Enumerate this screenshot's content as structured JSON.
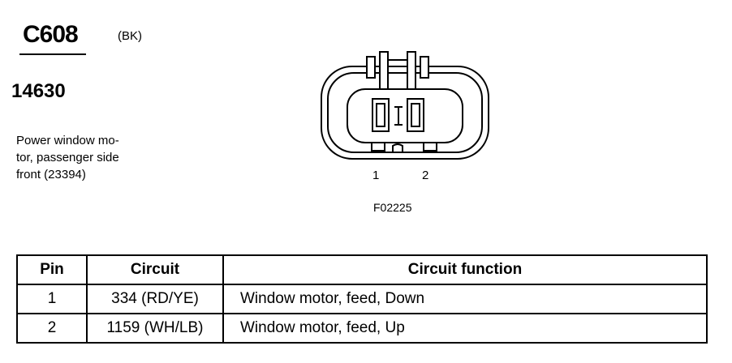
{
  "connector": {
    "id": "C608",
    "color": "(BK)",
    "part_number": "14630",
    "description_lines": [
      "Power window mo-",
      "tor, passenger side",
      "front (23394)"
    ],
    "pin_labels": [
      "1",
      "2"
    ],
    "figure_code": "F02225"
  },
  "table": {
    "headers": [
      "Pin",
      "Circuit",
      "Circuit function"
    ],
    "rows": [
      {
        "pin": "1",
        "circuit": "334 (RD/YE)",
        "function": "Window motor, feed, Down"
      },
      {
        "pin": "2",
        "circuit": "1159 (WH/LB)",
        "function": "Window motor, feed, Up"
      }
    ]
  }
}
